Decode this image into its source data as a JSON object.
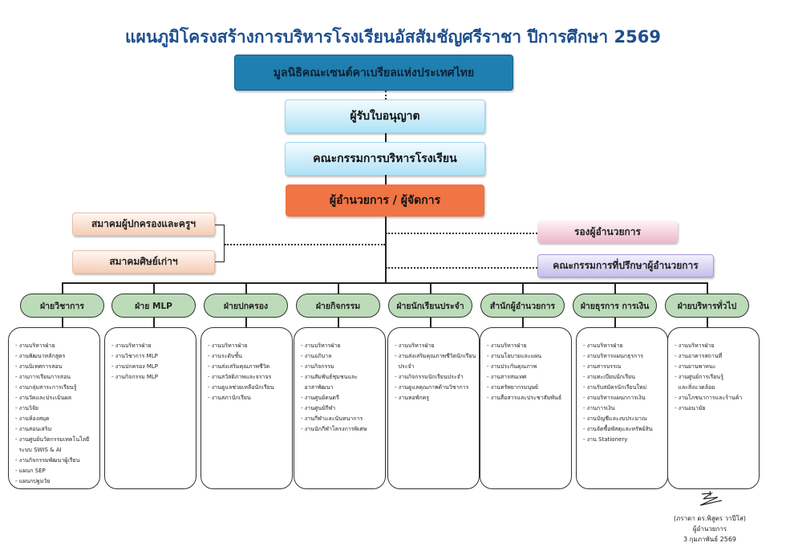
{
  "title": "แผนภูมิโครงสร้างการบริหารโรงเรียนอัสสัมชัญศรีราชา ปีการศึกษา 2569",
  "foundation": "มูลนิธิคณะเซนต์คาเบรียลแห่งประเทศไทย",
  "licensee": "ผู้รับใบอนุญาต",
  "board": "คณะกรรมการบริหารโรงเรียน",
  "director": "ผู้อำนวยการ / ผู้จัดการ",
  "associations": [
    "สมาคมผู้ปกครองและครูฯ",
    "สมาคมศิษย์เก่าฯ"
  ],
  "deputy": "รองผู้อำนวยการ",
  "advisory": "คณะกรรมการที่ปรึกษาผู้อำนวยการ",
  "departments": [
    {
      "name": "ฝ่ายวิชาการ",
      "items": [
        "งานบริหารฝ่าย",
        "งานพัฒนาหลักสูตร",
        "งานนิเทศการสอน",
        "งานการเรียนการสอน",
        "งานกลุ่มสาระการเรียนรู้",
        "งานวัดและประเมินผล",
        "งานวิจัย",
        "งานห้องสมุด",
        "งานสอนเสริม",
        "งานศูนย์นวัตกรรมเทคโนโลยี",
        "ระบบ SWIS & AI",
        "งานกิจกรรมพัฒนาผู้เรียน",
        "แผนก SEP",
        "แผนกปฐมวัย"
      ]
    },
    {
      "name": "ฝ่าย MLP",
      "items": [
        "งานบริหารฝ่าย",
        "งานวิชาการ MLP",
        "งานปกครอง MLP",
        "งานกิจกรรม MLP"
      ]
    },
    {
      "name": "ฝ่ายปกครอง",
      "items": [
        "งานบริหารฝ่าย",
        "งานระดับชั้น",
        "งานส่งเสริมคุณภาพชีวิต",
        "งานสวัสดิภาพและจราจร",
        "งานดูแลช่วยเหลือนักเรียน",
        "งานสภานักเรียน"
      ]
    },
    {
      "name": "ฝ่ายกิจกรรม",
      "items": [
        "งานบริหารฝ่าย",
        "งานอภิบาล",
        "งานกิจกรรม",
        "งานสัมพันธ์ชุมชนและ",
        "อาสาพัฒนา",
        "งานศูนย์ดนตรี",
        "งานศูนย์กีฬา",
        "งานกีฬาและนันทนาการ",
        "งานนักกีฬาโครงการพิเศษ"
      ]
    },
    {
      "name": "ฝ่ายนักเรียนประจำ",
      "items": [
        "งานบริหารฝ่าย",
        "งานส่งเสริมคุณภาพชีวิตนักเรียน",
        "ประจำ",
        "งานกิจกรรมนักเรียนประจำ",
        "งานดูแลคุณภาพด้านวิชาการ",
        "งานหอพักครู"
      ]
    },
    {
      "name": "สำนักผู้อำนวยการ",
      "items": [
        "งานบริหารฝ่าย",
        "งานนโยบายและแผน",
        "งานประกันคุณภาพ",
        "งานสารสนเทศ",
        "งานทรัพยากรมนุษย์",
        "งานสื่อสารและประชาสัมพันธ์"
      ]
    },
    {
      "name": "ฝ่ายธุรการ การเงิน",
      "items": [
        "งานบริหารฝ่าย",
        "งานบริหารแผนกธุรการ",
        "งานสารบรรณ",
        "งานทะเบียนนักเรียน",
        "งานรับสมัครนักเรียนใหม่",
        "งานบริหารแผนกการเงิน",
        "งานการเงิน",
        "งานบัญชีและงบประมาณ",
        "งานจัดซื้อพัสดุและทรัพย์สิน",
        "งาน Stationery"
      ]
    },
    {
      "name": "ฝ่ายบริหารทั่วไป",
      "items": [
        "งานบริหารฝ่าย",
        "งานอาคารสถานที่",
        "งานยานพาหนะ",
        "งานศูนย์การเรียนรู้",
        "และสิ่งแวดล้อม",
        "งานโภชนาการและร้านค้า",
        "งานอนามัย"
      ]
    }
  ],
  "continuations": {
    "0": [
      10
    ],
    "3": [
      4
    ],
    "4": [
      2
    ],
    "7": [
      4
    ]
  },
  "signature": {
    "name": "(ภราดา ดร.พิสูตร วาปีโส)",
    "position": "ผู้อำนวยการ",
    "date": "3 กุมภาพันธ์ 2569"
  },
  "colors": {
    "title": "#1e4f8e",
    "foundation": "#1f7fb0",
    "director": "#f07444",
    "department": "#bcdcb9"
  }
}
